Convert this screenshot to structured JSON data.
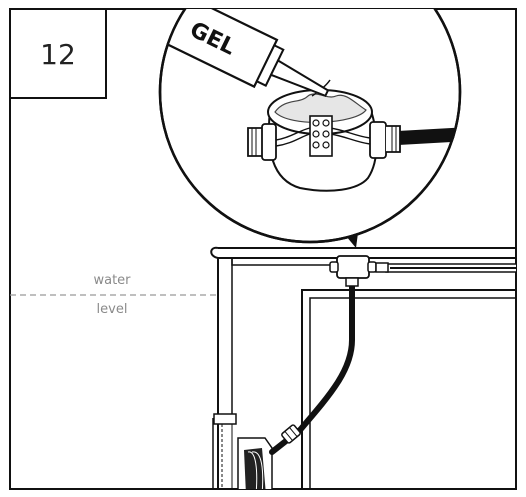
{
  "step": {
    "number": "12"
  },
  "tube": {
    "label": "GEL"
  },
  "water_level": {
    "line1": "water",
    "line2": "level"
  }
}
